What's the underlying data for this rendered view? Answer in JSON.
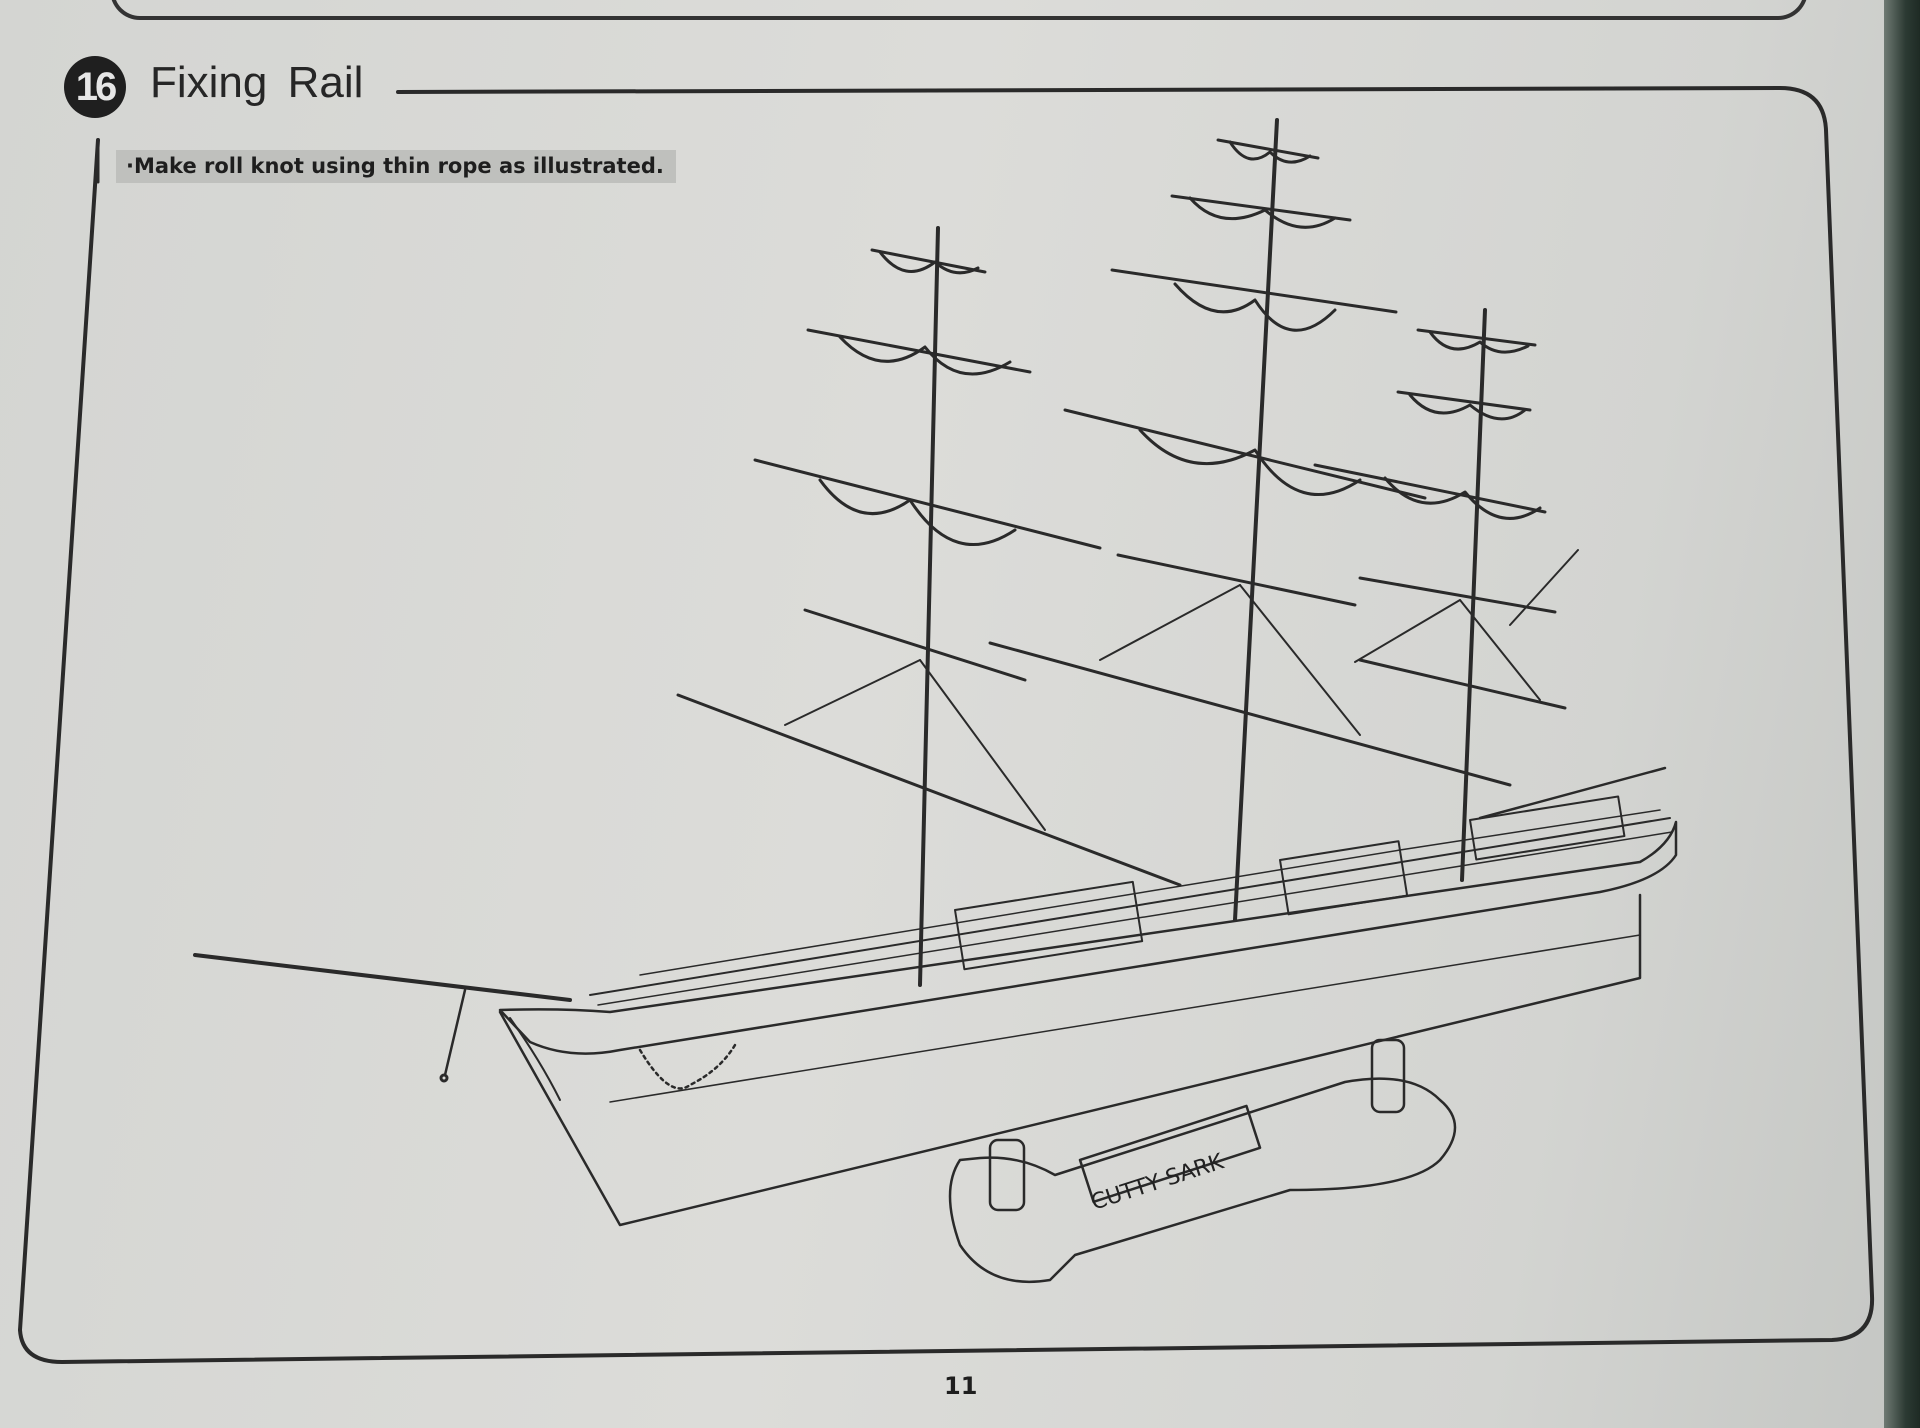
{
  "step": {
    "number": "16",
    "title": "Fixing Rail"
  },
  "instruction": {
    "text": "·Make roll knot using thin rope as illustrated."
  },
  "illustration": {
    "nameplate_text": "CUTTY SARK"
  },
  "footer": {
    "page_number": "11"
  },
  "colors": {
    "line": "#2a2a2a",
    "paper": "#d7d8d5",
    "badge": "#1f1f1f"
  }
}
